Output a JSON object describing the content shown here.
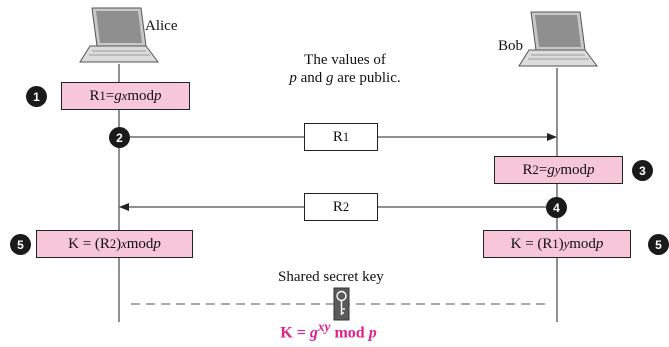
{
  "parties": {
    "alice": "Alice",
    "bob": "Bob"
  },
  "public_note": {
    "line1": "The values of",
    "line2_p": "p",
    "line2_and": " and ",
    "line2_g": "g",
    "line2_rest": " are public."
  },
  "steps": [
    "1",
    "2",
    "3",
    "4",
    "5",
    "5"
  ],
  "alice_r1": {
    "r": "R",
    "sub": "1",
    "eq": " = ",
    "g": "g",
    "exp": "x",
    "mod": " mod ",
    "p": "p"
  },
  "bob_r2": {
    "r": "R",
    "sub": "2",
    "eq": " = ",
    "g": "g",
    "exp": "y",
    "mod": " mod ",
    "p": "p"
  },
  "messages": {
    "r1": {
      "r": "R",
      "sub": "1"
    },
    "r2": {
      "r": "R",
      "sub": "2"
    }
  },
  "alice_key": {
    "k": "K = (R",
    "sub": "2",
    "close": ")",
    "exp": "x",
    "mod": " mod ",
    "p": "p"
  },
  "bob_key": {
    "k": "K = (R",
    "sub": "1",
    "close": ")",
    "exp": "y",
    "mod": " mod ",
    "p": "p"
  },
  "shared_key_label": "Shared secret key",
  "final_key": {
    "k": "K = ",
    "g": "g",
    "exp": "xy",
    "mod": " mod ",
    "p": "p"
  },
  "icons": [
    "laptop-icon",
    "laptop-icon",
    "key-icon"
  ],
  "colors": {
    "box_fill": "#f7c6d9",
    "final_key_text": "#e0218a",
    "step_circle": "#1a1a1a",
    "dashed_line": "#aaaaaa"
  }
}
